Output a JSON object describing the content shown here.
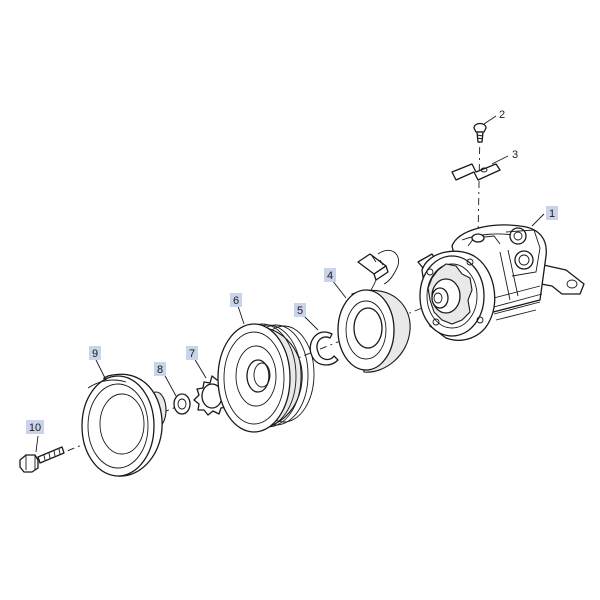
{
  "callouts": {
    "c1": "1",
    "c2": "2",
    "c3": "3",
    "c4": "4",
    "c5": "5",
    "c6": "6",
    "c7": "7",
    "c8": "8",
    "c9": "9",
    "c10": "10"
  },
  "colors": {
    "ink": "#1a1a1a",
    "callout_highlight": "#c9d3ec",
    "background": "#ffffff"
  }
}
